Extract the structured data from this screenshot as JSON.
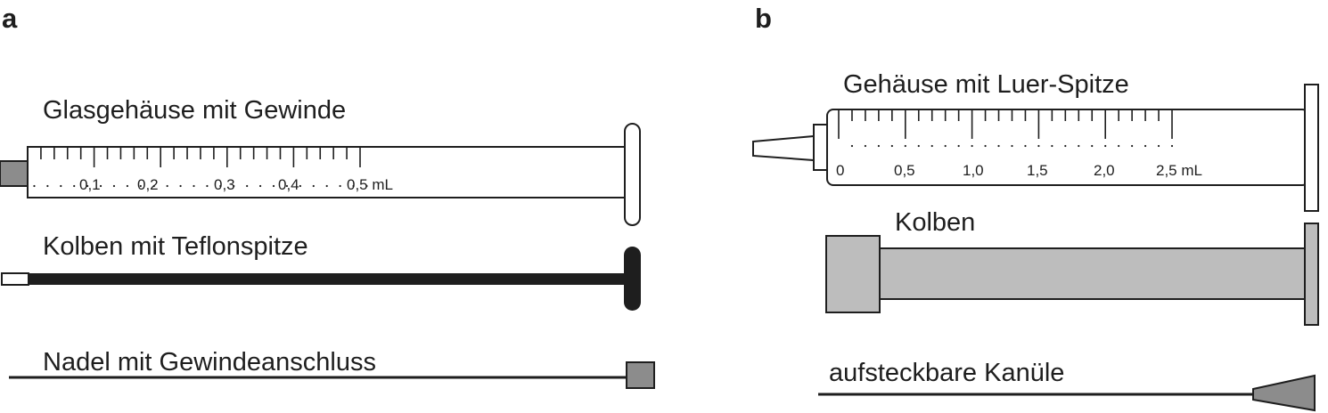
{
  "panels": {
    "a": "a",
    "b": "b"
  },
  "panel_a": {
    "barrel_label": "Glasgehäuse mit Gewinde",
    "plunger_label": "Kolben mit Teflonspitze",
    "needle_label": "Nadel mit Gewindeanschluss",
    "scale_labels": [
      "0,1",
      "0,2",
      "0,3",
      "0,4",
      "0,5 mL"
    ]
  },
  "panel_b": {
    "barrel_label": "Gehäuse mit Luer-Spitze",
    "plunger_label": "Kolben",
    "needle_label": "aufsteckbare Kanüle",
    "scale_labels": [
      "0",
      "0,5",
      "1,0",
      "1,5",
      "2,0",
      "2,5 mL"
    ]
  },
  "colors": {
    "stroke": "#1e1e1e",
    "metal": "#8c8c8c",
    "plunger_fill": "#bdbdbd",
    "background": "#ffffff"
  }
}
